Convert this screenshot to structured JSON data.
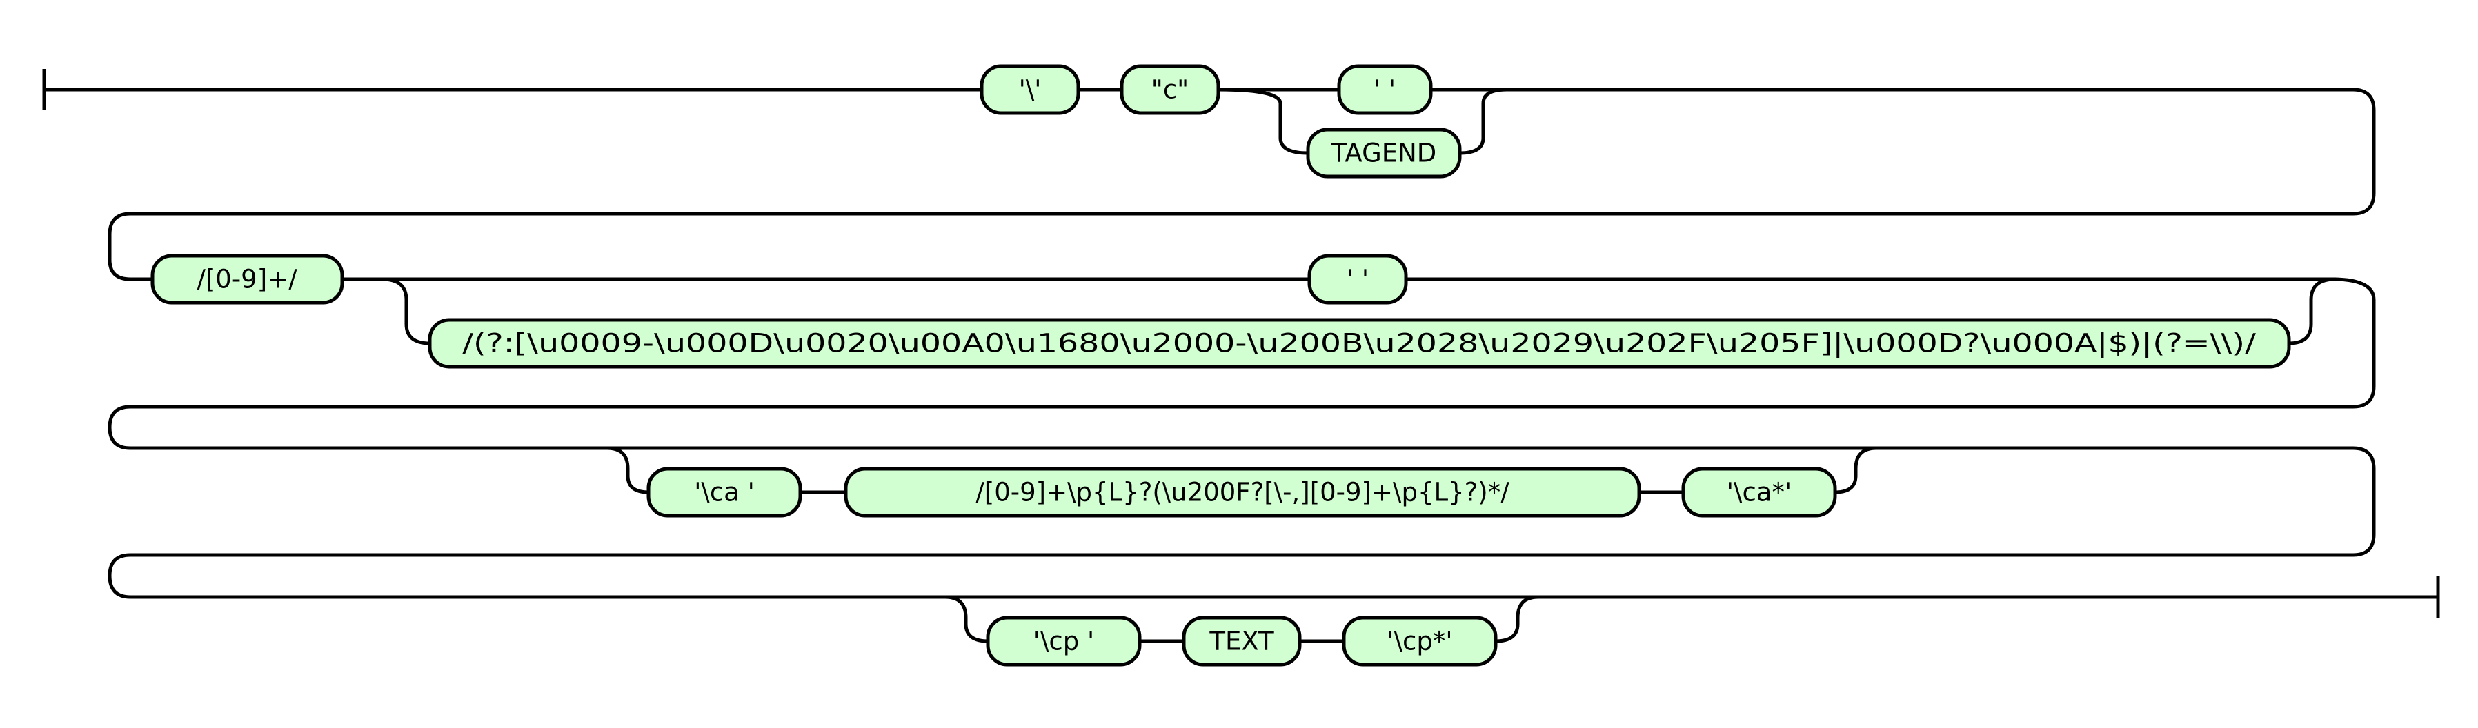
{
  "colors": {
    "terminal_fill": "#d2ffd2",
    "stroke": "#000000",
    "background": "#ffffff"
  },
  "row1": {
    "t1": "'\\'",
    "t2": "\"c\"",
    "t3": "' '",
    "t4": "TAGEND"
  },
  "row2": {
    "t1": "/[0-9]+/",
    "t2": "' '",
    "t3": "/(?:[\\u0009-\\u000D\\u0020\\u00A0\\u1680\\u2000-\\u200B\\u2028\\u2029\\u202F\\u205F]|\\u000D?\\u000A|$)|(?=\\\\)/"
  },
  "row3": {
    "t1": "'\\ca '",
    "t2": "/[0-9]+\\p{L}?(\\u200F?[\\-,][0-9]+\\p{L}?)*/",
    "t3": "'\\ca*'"
  },
  "row4": {
    "t1": "'\\cp '",
    "t2": "TEXT",
    "t3": "'\\cp*'"
  }
}
